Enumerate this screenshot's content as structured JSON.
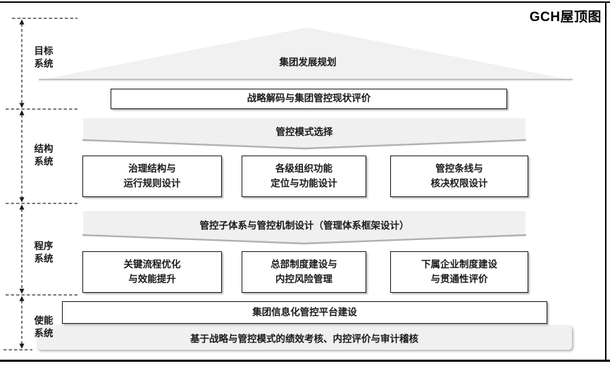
{
  "title": "GCH屋顶图",
  "left_rail": {
    "sections": [
      "目标\n系统",
      "结构\n系统",
      "程序\n系统",
      "使能\n系统"
    ]
  },
  "goal_system": {
    "roof_label": "集团发展规划",
    "strategy_box": "战略解码与集团管控现状评价"
  },
  "structure_system": {
    "banner": "管控模式选择",
    "boxes": [
      "治理结构与\n运行规则设计",
      "各级组织功能\n定位与功能设计",
      "管控条线与\n核决权限设计"
    ]
  },
  "procedure_system": {
    "banner": "管控子体系与管控机制设计（管理体系框架设计）",
    "boxes": [
      "关键流程优化\n与效能提升",
      "总部制度建设与\n内控风险管理",
      "下属企业制度建设\n与贯通性评价"
    ]
  },
  "enable_system": {
    "platform_box": "集团信息化管控平台建设",
    "assessment_bar": "基于战略与管控模式的绩效考核、内控评价与审计稽核"
  },
  "colors": {
    "shape_fill": "#f0f0f0",
    "shape_edge": "#a8a8a8",
    "box_border": "#141414",
    "frame": "#000000",
    "text": "#1a1a1a"
  }
}
